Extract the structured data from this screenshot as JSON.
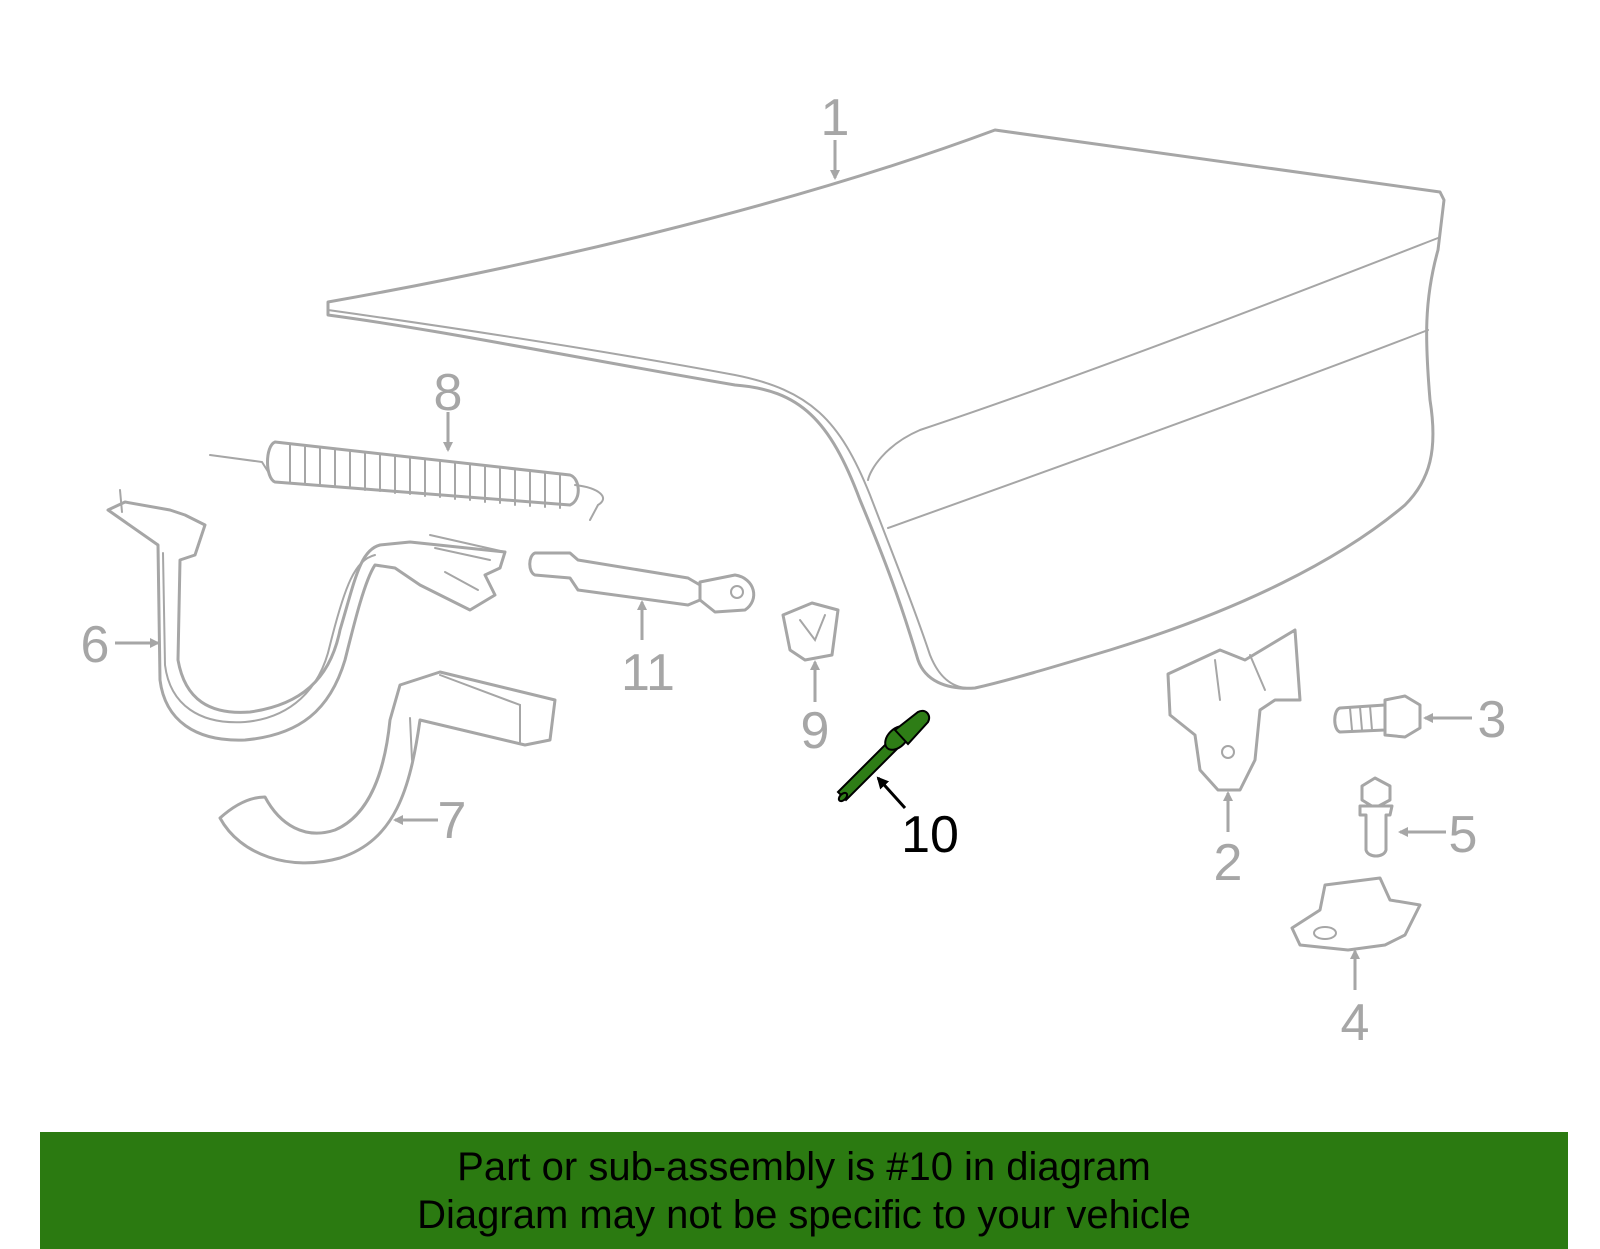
{
  "colors": {
    "part_outline": "#a6a6a6",
    "highlight_fill": "#2e7d16",
    "highlight_label": "#000000",
    "banner_background": "#2b7a11",
    "banner_text": "#000000"
  },
  "callouts": {
    "c1": "1",
    "c2": "2",
    "c3": "3",
    "c4": "4",
    "c5": "5",
    "c6": "6",
    "c7": "7",
    "c8": "8",
    "c9": "9",
    "c10": "10",
    "c11": "11"
  },
  "highlighted_callout": "10",
  "banner": {
    "line1": "Part or sub-assembly is #10 in diagram",
    "line2": "Diagram may not be specific to your vehicle"
  }
}
